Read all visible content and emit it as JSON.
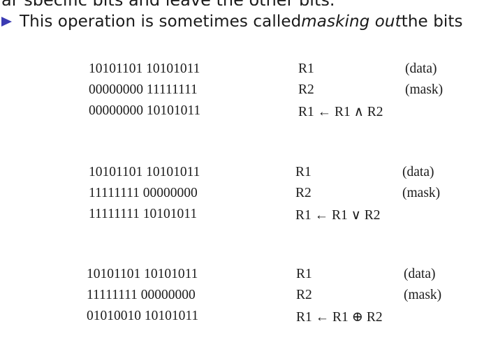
{
  "header": {
    "cut_text": "ar specific bits and leave the other bits.",
    "bullet_text_before": "This operation is sometimes called ",
    "bullet_text_em": "masking out",
    "bullet_text_after": " the bits",
    "bullet_color": "#3b3bb3"
  },
  "blocks": [
    {
      "rows": [
        {
          "bits": "10101101 10101011",
          "reg": "R1",
          "note": "(data)"
        },
        {
          "bits": "00000000 11111111",
          "reg": "R2",
          "note": "(mask)"
        },
        {
          "bits": "00000000 10101011",
          "reg": "R1 ← R1 ∧ R2",
          "note": ""
        }
      ]
    },
    {
      "rows": [
        {
          "bits": "10101101 10101011",
          "reg": "R1",
          "note": "(data)"
        },
        {
          "bits": "11111111 00000000",
          "reg": "R2",
          "note": "(mask)"
        },
        {
          "bits": "11111111 10101011",
          "reg": "R1 ← R1 ∨ R2",
          "note": ""
        }
      ]
    },
    {
      "rows": [
        {
          "bits": "10101101 10101011",
          "reg": "R1",
          "note": "(data)"
        },
        {
          "bits": "11111111 00000000",
          "reg": "R2",
          "note": "(mask)"
        },
        {
          "bits": "01010010 10101011",
          "reg": "R1 ← R1 ⊕ R2",
          "note": ""
        }
      ]
    }
  ]
}
